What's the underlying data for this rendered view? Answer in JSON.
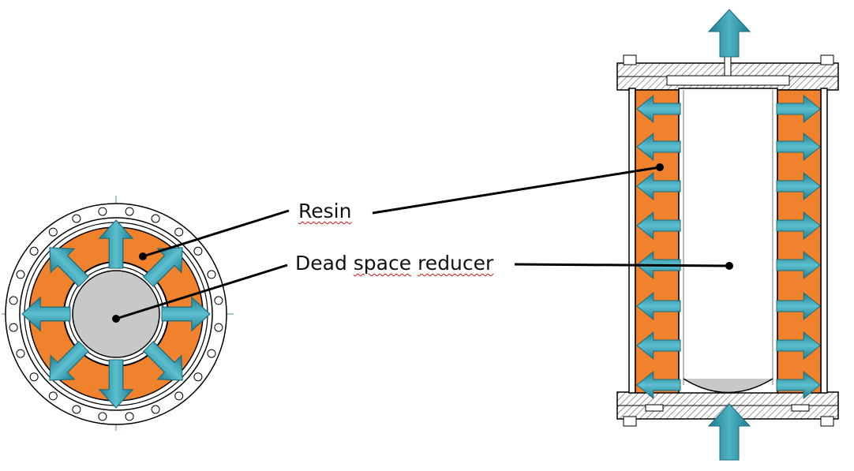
{
  "labels": {
    "resin": "Resin",
    "dead_space_prefix": "Dead ",
    "dead_space_word2": "space",
    "dead_space_word3": "reducer"
  },
  "colors": {
    "resin": "#f0822e",
    "arrow": "#2f93a6",
    "arrow_highlight": "#7fd0dc",
    "reducer_fill": "#c8c8c8",
    "outline": "#000000"
  },
  "icons": {
    "flow_arrow": "teal-flow-arrow-icon"
  }
}
